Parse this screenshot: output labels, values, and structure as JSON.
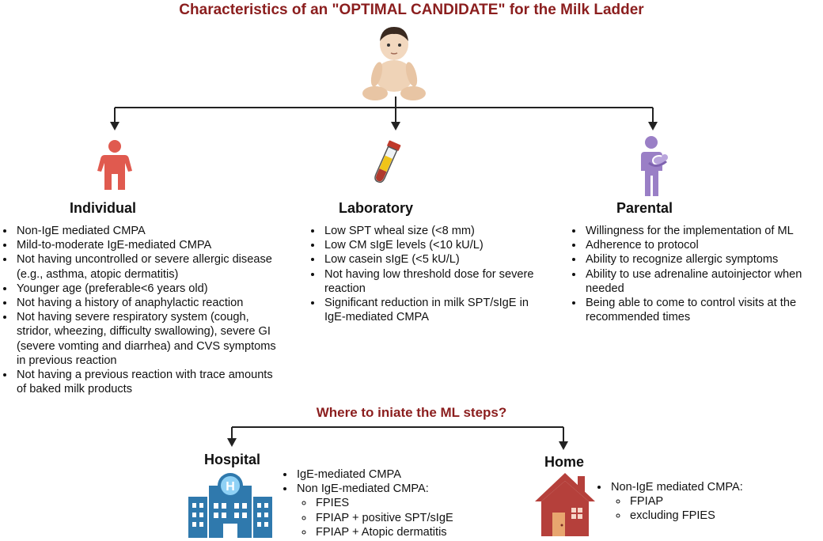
{
  "title": "Characteristics of an \"OPTIMAL CANDIDATE\" for the Milk Ladder",
  "sections": {
    "individual": {
      "heading": "Individual",
      "items": [
        "Non-IgE mediated CMPA",
        "Mild-to-moderate IgE-mediated CMPA",
        "Not having uncontrolled or severe allergic disease (e.g., asthma, atopic dermatitis)",
        "Younger age (preferable<6 years old)",
        "Not having a history of anaphylactic reaction",
        "Not having severe respiratory system (cough, stridor, wheezing, difficulty swallowing), severe GI (severe vomting and diarrhea) and CVS symptoms in previous reaction",
        "Not having a previous reaction with trace amounts of baked milk products"
      ]
    },
    "laboratory": {
      "heading": "Laboratory",
      "items": [
        "Low SPT wheal size (<8 mm)",
        "Low CM sIgE levels  (<10 kU/L)",
        "Low casein sIgE (<5 kU/L)",
        "Not having low threshold dose for severe reaction",
        "Significant reduction in milk SPT/sIgE in IgE-mediated CMPA"
      ]
    },
    "parental": {
      "heading": "Parental",
      "items": [
        "Willingness for the implementation of ML",
        "Adherence to protocol",
        "Ability to recognize allergic symptoms",
        "Ability to use adrenaline autoinjector when needed",
        "Being able to come to control visits at the recommended times"
      ]
    }
  },
  "where": {
    "title": "Where to iniate the ML steps?",
    "hospital": {
      "heading": "Hospital",
      "item1": "IgE-mediated CMPA",
      "item2": "Non IgE-mediated CMPA:",
      "sub": [
        "FPIES",
        "FPIAP + positive SPT/sIgE",
        "FPIAP + Atopic dermatitis"
      ],
      "hospital_sign": "H"
    },
    "home": {
      "heading": "Home",
      "item1": "Non-IgE mediated CMPA:",
      "sub": [
        "FPIAP",
        "excluding FPIES"
      ]
    }
  },
  "colors": {
    "title": "#8b1e1e",
    "individual_icon": "#e05a4f",
    "parental_icon": "#9a7fc6",
    "hospital": "#2f79ad",
    "home": "#b5403b"
  },
  "icons": [
    "baby-icon",
    "person-icon",
    "test-tube-icon",
    "parent-holding-baby-icon",
    "hospital-building-icon",
    "house-icon"
  ]
}
